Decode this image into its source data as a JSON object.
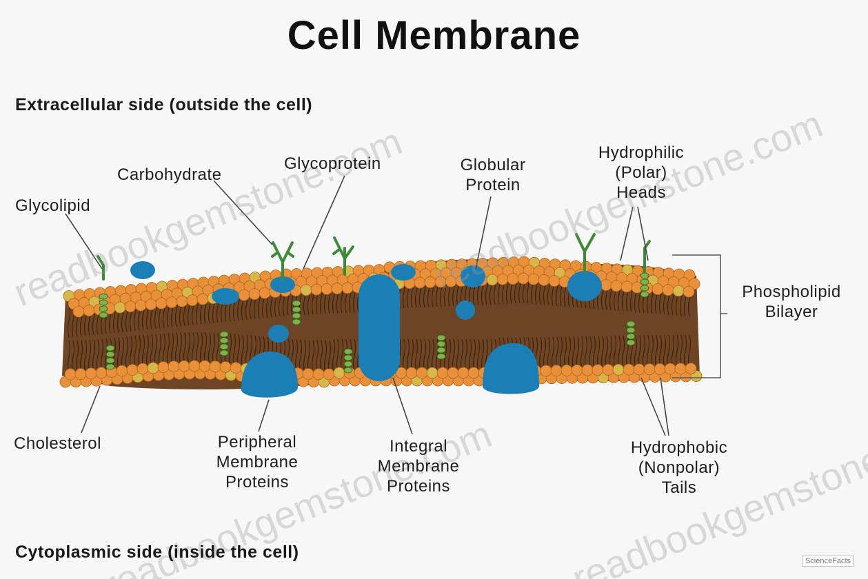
{
  "title": "Cell Membrane",
  "sides": {
    "extracellular": "Extracellular side (outside the cell)",
    "cytoplasmic": "Cytoplasmic side (inside the cell)"
  },
  "labels": {
    "glycolipid": "Glycolipid",
    "carbohydrate": "Carbohydrate",
    "glycoprotein": "Glycoprotein",
    "globular_protein": "Globular\nProtein",
    "hydrophilic_heads": "Hydrophilic\n(Polar)\nHeads",
    "phospholipid_bilayer": "Phospholipid\nBilayer",
    "cholesterol": "Cholesterol",
    "peripheral_proteins": "Peripheral\nMembrane\nProteins",
    "integral_proteins": "Integral\nMembrane\nProteins",
    "hydrophobic_tails": "Hydrophobic\n(Nonpolar)\nTails"
  },
  "watermark": "readbookgemstone.com",
  "credit": "ScienceFacts",
  "colors": {
    "head": "#e8913a",
    "head_outline": "#b5651d",
    "head_yellow": "#d6b84a",
    "tail": "#6e4524",
    "protein": "#1b7fb5",
    "protein_dark": "#156a99",
    "cholesterol": "#7fb24a",
    "carbohydrate": "#6fae52"
  }
}
